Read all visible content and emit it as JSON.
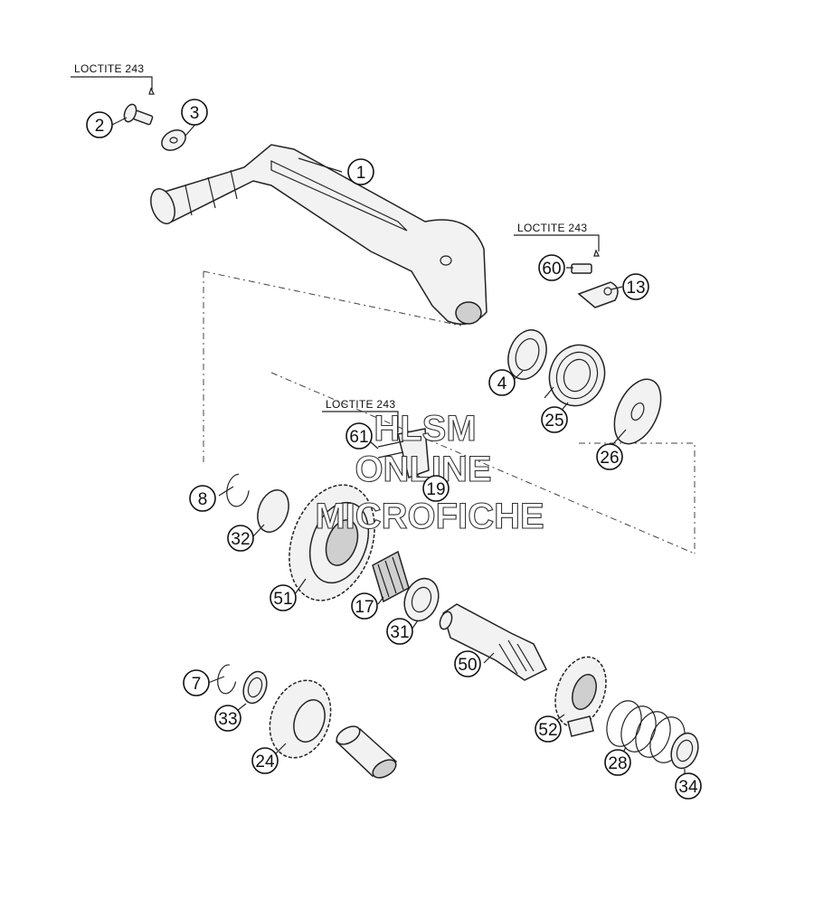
{
  "labels": {
    "loctite_note": "LOCTITE 243",
    "callouts": [
      "1",
      "2",
      "3",
      "4",
      "7",
      "8",
      "13",
      "17",
      "19",
      "24",
      "25",
      "26",
      "28",
      "31",
      "32",
      "33",
      "34",
      "50",
      "51",
      "52",
      "60",
      "61"
    ]
  },
  "watermark": {
    "line1": "HLSM",
    "line2": "ONLINE",
    "line3": "MICROFICHE"
  },
  "colors": {
    "ink": "#111111",
    "paper": "#ffffff"
  }
}
